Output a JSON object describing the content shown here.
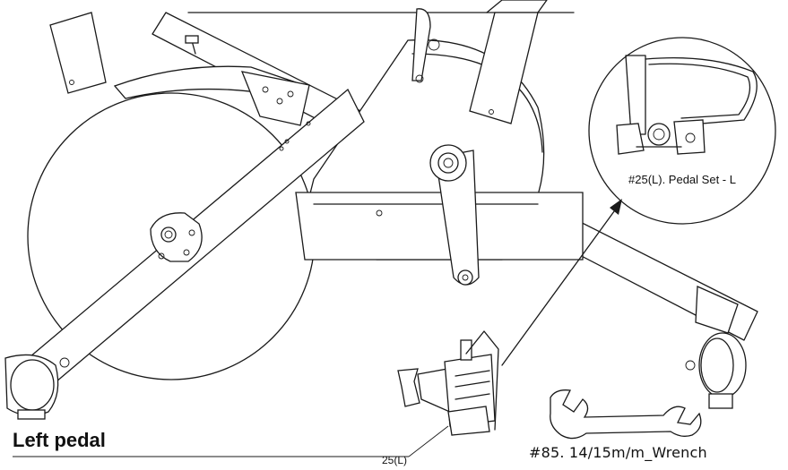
{
  "diagram": {
    "title": "Left pedal",
    "part_callout": "25(L)",
    "detail_caption": "#25(L). Pedal Set - L",
    "tool_caption": "#85. 14/15m/m_Wrench"
  },
  "icons": [
    "bike-frame-drawing",
    "pedal-set-detail-drawing",
    "pedal-drawing",
    "wrench-icon",
    "arrow-icon"
  ]
}
